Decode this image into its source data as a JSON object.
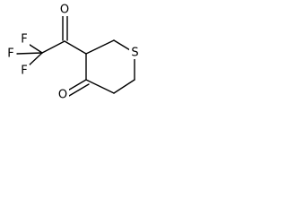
{
  "molecule": {
    "atoms": {
      "o_acyl": "O",
      "f_upper": "F",
      "f_left": "F",
      "f_lower": "F",
      "s_ring": "S",
      "o_ketone": "O"
    },
    "colors": {
      "bond": "#000000",
      "label": "#000000",
      "background": "#ffffff"
    }
  }
}
